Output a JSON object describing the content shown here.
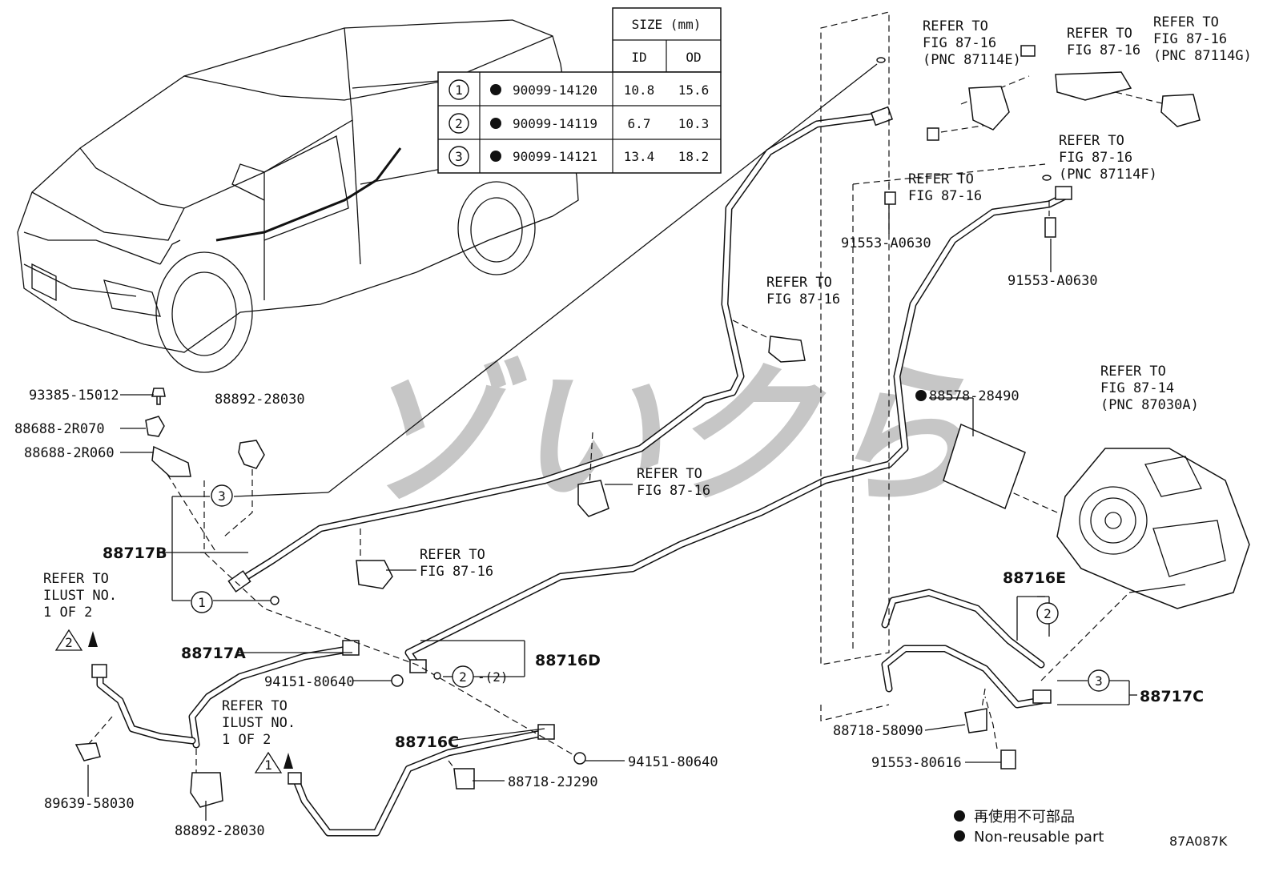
{
  "table": {
    "header_size": "SIZE (mm)",
    "header_id": "ID",
    "header_od": "OD",
    "rows": [
      {
        "num": "1",
        "part": "90099-14120",
        "id": "10.8",
        "od": "15.6"
      },
      {
        "num": "2",
        "part": "90099-14119",
        "id": "6.7",
        "od": "10.3"
      },
      {
        "num": "3",
        "part": "90099-14121",
        "id": "13.4",
        "od": "18.2"
      }
    ]
  },
  "labels": {
    "p93385": "93385-15012",
    "p88688_70": "88688-2R070",
    "p88688_60": "88688-2R060",
    "p88892_top": "88892-28030",
    "p88892_bot": "88892-28030",
    "p88717B": "88717B",
    "p88717A": "88717A",
    "p88716D": "88716D",
    "p88716C": "88716C",
    "p88716E": "88716E",
    "p88717C": "88717C",
    "p94151_a": "94151-80640",
    "p94151_b": "94151-80640",
    "p89639": "89639-58030",
    "p88718_2J": "88718-2J290",
    "p88718_58": "88718-58090",
    "p91553_80616": "91553-80616",
    "p91553_a1": "91553-A0630",
    "p91553_a2": "91553-A0630",
    "p88578": "88578-28490",
    "callout_2_paren": "-(2)"
  },
  "refer": {
    "r1": [
      "REFER TO",
      "FIG 87-16",
      "(PNC 87114E)"
    ],
    "r2": [
      "REFER TO",
      "FIG 87-16"
    ],
    "r3": [
      "REFER TO",
      "FIG 87-16",
      "(PNC 87114G)"
    ],
    "r4": [
      "REFER TO",
      "FIG 87-16"
    ],
    "r5": [
      "REFER TO",
      "FIG 87-16",
      "(PNC 87114F)"
    ],
    "r6": [
      "REFER TO",
      "FIG 87-16"
    ],
    "r7": [
      "REFER TO",
      "FIG 87-16"
    ],
    "r8": [
      "REFER TO",
      "FIG 87-16"
    ],
    "r9": [
      "REFER TO",
      "FIG 87-14",
      "(PNC 87030A)"
    ],
    "ilust2": [
      "REFER TO",
      "ILUST NO.",
      "1 OF 2"
    ],
    "ilust1": [
      "REFER TO",
      "ILUST NO.",
      "1 OF 2"
    ]
  },
  "triangles": {
    "t2": "2",
    "t1": "1"
  },
  "callouts": {
    "c3": "3",
    "c1": "1",
    "c2": "2",
    "c2e": "2",
    "c3c": "3"
  },
  "legend": {
    "line_jp": "再使用不可部品",
    "line_en": "Non-reusable part"
  },
  "diagram_code": "87A087K",
  "watermark": "ゾいクら",
  "colors": {
    "ink": "#111111",
    "watermark": "#bdbdbd"
  }
}
